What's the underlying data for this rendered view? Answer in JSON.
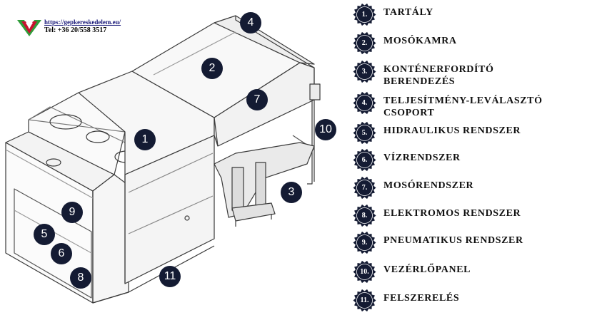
{
  "header": {
    "website": "https://gepkereskedelem.eu/",
    "phone": "Tel: +36 20/558 3517"
  },
  "colors": {
    "badge": "#141b33",
    "logo_green": "#2f9d3a",
    "logo_red": "#c8102e"
  },
  "callouts": [
    "1",
    "2",
    "3",
    "4",
    "5",
    "6",
    "7",
    "8",
    "9",
    "10",
    "11"
  ],
  "legend": [
    {
      "number": "1.",
      "label": "TARTÁLY"
    },
    {
      "number": "2.",
      "label": "MOSÓKAMRA"
    },
    {
      "number": "3.",
      "label": "KONTÉNERFORDÍTÓ\nBERENDEZÉS"
    },
    {
      "number": "4.",
      "label": "TELJESÍTMÉNY-LEVÁLASZTÓ\nCSOPORT"
    },
    {
      "number": "5.",
      "label": "HIDRAULIKUS RENDSZER"
    },
    {
      "number": "6.",
      "label": "VÍZRENDSZER"
    },
    {
      "number": "7.",
      "label": "MOSÓRENDSZER"
    },
    {
      "number": "8.",
      "label": "ELEKTROMOS RENDSZER"
    },
    {
      "number": "9.",
      "label": "PNEUMATIKUS RENDSZER"
    },
    {
      "number": "10.",
      "label": "VEZÉRLŐPANEL"
    },
    {
      "number": "11.",
      "label": "FELSZERELÉS"
    }
  ]
}
